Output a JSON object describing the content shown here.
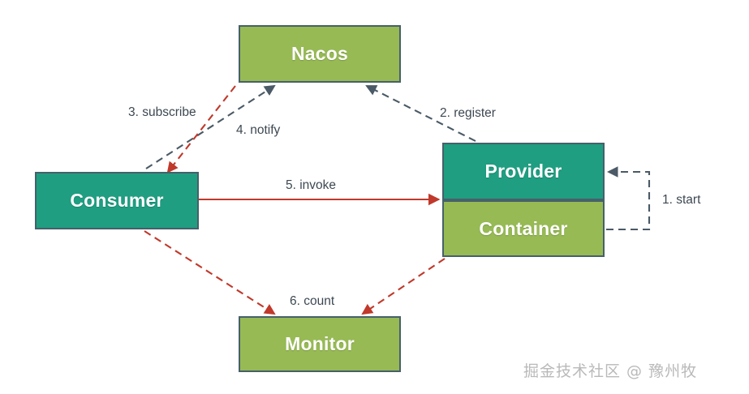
{
  "diagram": {
    "title": "Nacos service registration and discovery flow",
    "background_color": "#ffffff",
    "colors": {
      "olive": "#97ba54",
      "teal": "#1f9e81",
      "node_border": "#46606b",
      "dashed_dark": "#4a5a66",
      "red": "#c0392b",
      "label_text": "#3d4852",
      "watermark": "#b9b9b9"
    },
    "nodes": [
      {
        "id": "nacos",
        "label": "Nacos",
        "fill": "olive"
      },
      {
        "id": "consumer",
        "label": "Consumer",
        "fill": "teal"
      },
      {
        "id": "provider",
        "label": "Provider",
        "fill": "teal"
      },
      {
        "id": "container",
        "label": "Container",
        "fill": "olive"
      },
      {
        "id": "monitor",
        "label": "Monitor",
        "fill": "olive"
      }
    ],
    "edges": [
      {
        "id": "start",
        "label": "1. start",
        "from": "container",
        "to": "provider",
        "style": "dashed",
        "color": "dashed_dark"
      },
      {
        "id": "register",
        "label": "2. register",
        "from": "provider",
        "to": "nacos",
        "style": "dashed",
        "color": "dashed_dark"
      },
      {
        "id": "subscribe",
        "label": "3. subscribe",
        "from": "consumer",
        "to": "nacos",
        "style": "dashed",
        "color": "dashed_dark"
      },
      {
        "id": "notify",
        "label": "4. notify",
        "from": "nacos",
        "to": "consumer",
        "style": "dashed",
        "color": "red"
      },
      {
        "id": "invoke",
        "label": "5. invoke",
        "from": "consumer",
        "to": "provider",
        "style": "solid",
        "color": "red"
      },
      {
        "id": "count",
        "label": "6. count",
        "from": "consumer",
        "to": "monitor",
        "style": "dashed",
        "color": "red"
      },
      {
        "id": "count2",
        "label": "6. count",
        "from": "container",
        "to": "monitor",
        "style": "dashed",
        "color": "red"
      }
    ]
  },
  "watermark": {
    "text": "掘金技术社区 @ 豫州牧"
  }
}
